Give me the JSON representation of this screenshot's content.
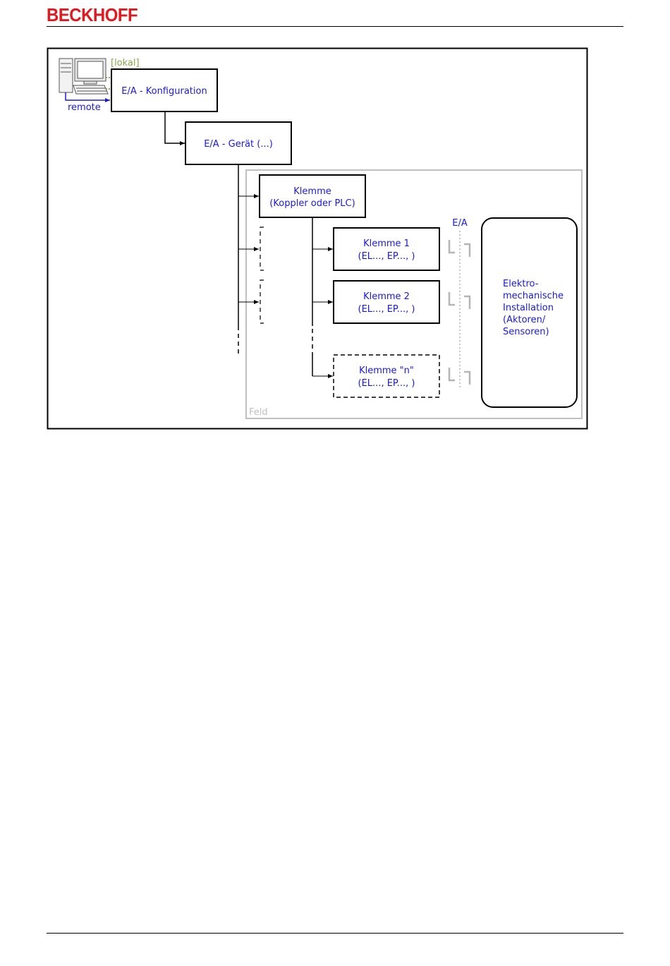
{
  "header": {
    "brand": "BECKHOFF",
    "brand_color": "#e1191f"
  },
  "diagram": {
    "local_label": "[lokal]",
    "remote_label": "remote",
    "io_config": "E/A - Konfiguration",
    "io_device": "E/A - Gerät (...)",
    "coupler": {
      "line1": "Klemme",
      "line2": "(Koppler oder PLC)"
    },
    "terminals": [
      {
        "line1": "Klemme 1",
        "line2": "(EL..., EP..., )"
      },
      {
        "line1": "Klemme 2",
        "line2": "(EL..., EP..., )"
      },
      {
        "line1": "Klemme \"n\"",
        "line2": "(EL..., EP..., )"
      }
    ],
    "io_label": "E/A",
    "field_label": "Feld",
    "installation": [
      "Elektro-",
      "mechanische",
      "Installation",
      "(Aktoren/",
      "Sensoren)"
    ],
    "colors": {
      "text_blue": "#1a1adb",
      "local_green": "#8aa64a",
      "field_gray": "#c0c0c0",
      "arrow_gray": "#b5b5b5"
    }
  }
}
